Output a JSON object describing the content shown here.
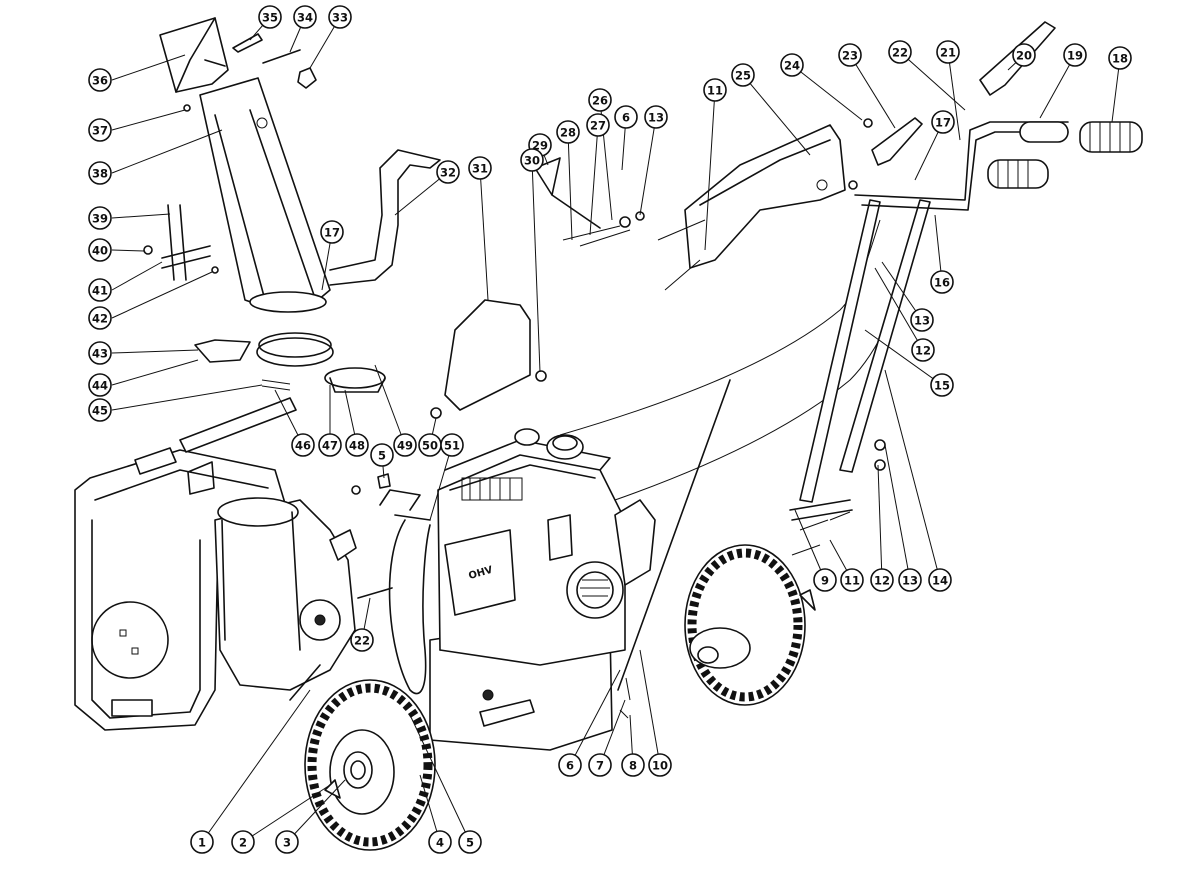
{
  "engine_label": "OHV",
  "callouts": [
    {
      "id": "1",
      "label": "1"
    },
    {
      "id": "2",
      "label": "2"
    },
    {
      "id": "3",
      "label": "3"
    },
    {
      "id": "4",
      "label": "4"
    },
    {
      "id": "5a",
      "label": "5"
    },
    {
      "id": "5b",
      "label": "5"
    },
    {
      "id": "6a",
      "label": "6"
    },
    {
      "id": "6b",
      "label": "6"
    },
    {
      "id": "7",
      "label": "7"
    },
    {
      "id": "8",
      "label": "8"
    },
    {
      "id": "9",
      "label": "9"
    },
    {
      "id": "10",
      "label": "10"
    },
    {
      "id": "11a",
      "label": "11"
    },
    {
      "id": "11b",
      "label": "11"
    },
    {
      "id": "12a",
      "label": "12"
    },
    {
      "id": "12b",
      "label": "12"
    },
    {
      "id": "13a",
      "label": "13"
    },
    {
      "id": "13b",
      "label": "13"
    },
    {
      "id": "13c",
      "label": "13"
    },
    {
      "id": "14",
      "label": "14"
    },
    {
      "id": "15",
      "label": "15"
    },
    {
      "id": "16",
      "label": "16"
    },
    {
      "id": "17a",
      "label": "17"
    },
    {
      "id": "17b",
      "label": "17"
    },
    {
      "id": "18",
      "label": "18"
    },
    {
      "id": "19",
      "label": "19"
    },
    {
      "id": "20",
      "label": "20"
    },
    {
      "id": "21",
      "label": "21"
    },
    {
      "id": "22a",
      "label": "22"
    },
    {
      "id": "22b",
      "label": "22"
    },
    {
      "id": "23",
      "label": "23"
    },
    {
      "id": "24",
      "label": "24"
    },
    {
      "id": "25",
      "label": "25"
    },
    {
      "id": "26",
      "label": "26"
    },
    {
      "id": "27",
      "label": "27"
    },
    {
      "id": "28",
      "label": "28"
    },
    {
      "id": "29",
      "label": "29"
    },
    {
      "id": "30",
      "label": "30"
    },
    {
      "id": "31",
      "label": "31"
    },
    {
      "id": "32",
      "label": "32"
    },
    {
      "id": "33",
      "label": "33"
    },
    {
      "id": "34",
      "label": "34"
    },
    {
      "id": "35",
      "label": "35"
    },
    {
      "id": "36",
      "label": "36"
    },
    {
      "id": "37",
      "label": "37"
    },
    {
      "id": "38",
      "label": "38"
    },
    {
      "id": "39",
      "label": "39"
    },
    {
      "id": "40",
      "label": "40"
    },
    {
      "id": "41",
      "label": "41"
    },
    {
      "id": "42",
      "label": "42"
    },
    {
      "id": "43",
      "label": "43"
    },
    {
      "id": "44",
      "label": "44"
    },
    {
      "id": "45",
      "label": "45"
    },
    {
      "id": "46",
      "label": "46"
    },
    {
      "id": "47",
      "label": "47"
    },
    {
      "id": "48",
      "label": "48"
    },
    {
      "id": "49",
      "label": "49"
    },
    {
      "id": "50",
      "label": "50"
    },
    {
      "id": "51",
      "label": "51"
    }
  ]
}
